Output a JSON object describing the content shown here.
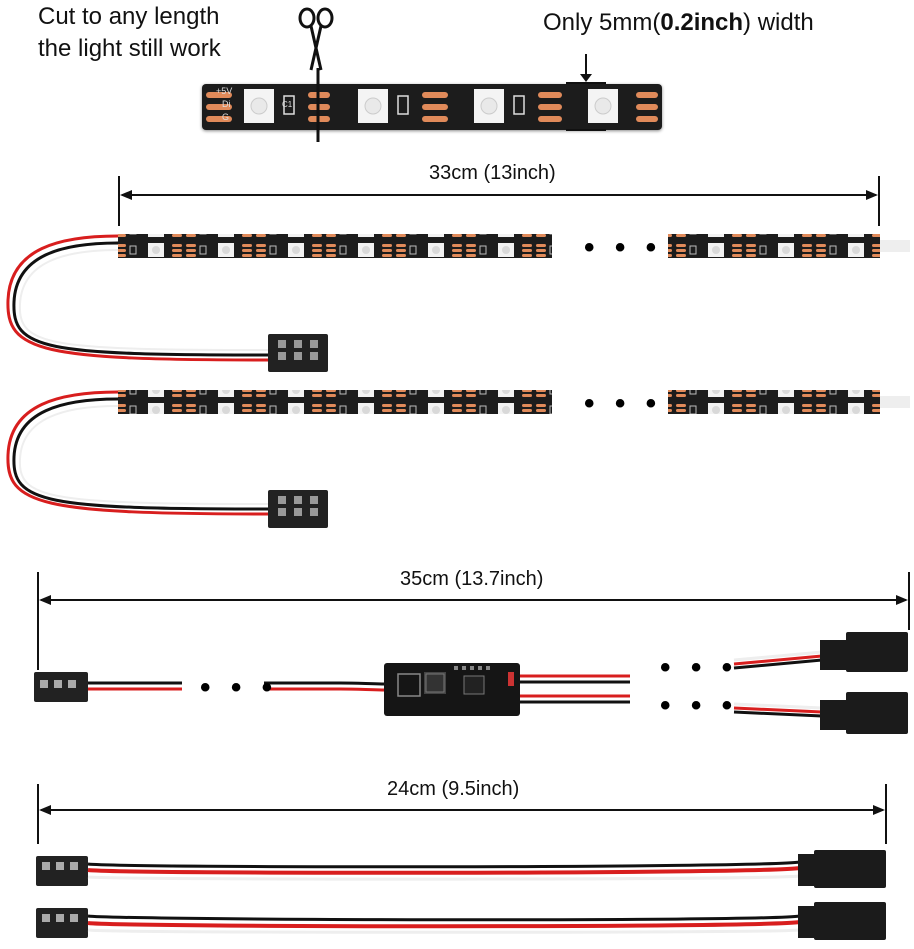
{
  "top": {
    "cut_line1": "Cut to any length",
    "cut_line2": "the light still work",
    "width_prefix": "Only 5mm(",
    "width_bold": "0.2inch",
    "width_suffix": ") width",
    "pad_text_5v": "+5V",
    "pad_text_di": "Di",
    "pad_text_g": "G",
    "pad_text_c1": "C1"
  },
  "strips": {
    "length_label": "33cm (13inch)",
    "ellipsis": "• • •"
  },
  "controller": {
    "length_label": "35cm (13.7inch)",
    "ellipsis": "• • •"
  },
  "extension": {
    "length_label": "24cm (9.5inch)"
  },
  "colors": {
    "pcb": "#1c1c1c",
    "copper": "#e08a5a",
    "wire_red": "#d81e1e",
    "wire_black": "#111111",
    "wire_white": "#eeeeee"
  }
}
